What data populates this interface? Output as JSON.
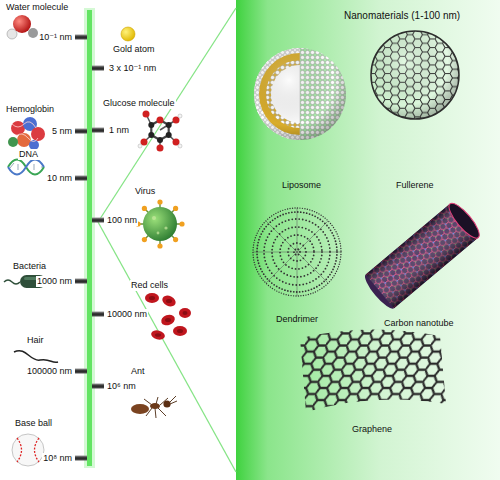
{
  "diagram": {
    "nodes": [
      {
        "text": [
          "Nanomaterials (1-100 nm)"
        ]
      }
    ],
    "labels": [
      "Water molecule",
      "10⁻¹ nm",
      "Gold atom",
      "3 x 10⁻¹ nm",
      "Glucose molecule",
      "Hemoglobin",
      "5 nm",
      "1 nm",
      "DNA",
      "10 nm",
      "Virus",
      "100 nm",
      "Bacteria",
      "1000 nm",
      "Red cells",
      "10000 nm",
      "Hair",
      "100000 nm",
      "Ant",
      "10⁶ nm",
      "Base ball",
      "10⁸ nm",
      "Liposome",
      "Fullerene",
      "Dendrimer",
      "Carbon nanotube",
      "Graphene"
    ]
  }
}
